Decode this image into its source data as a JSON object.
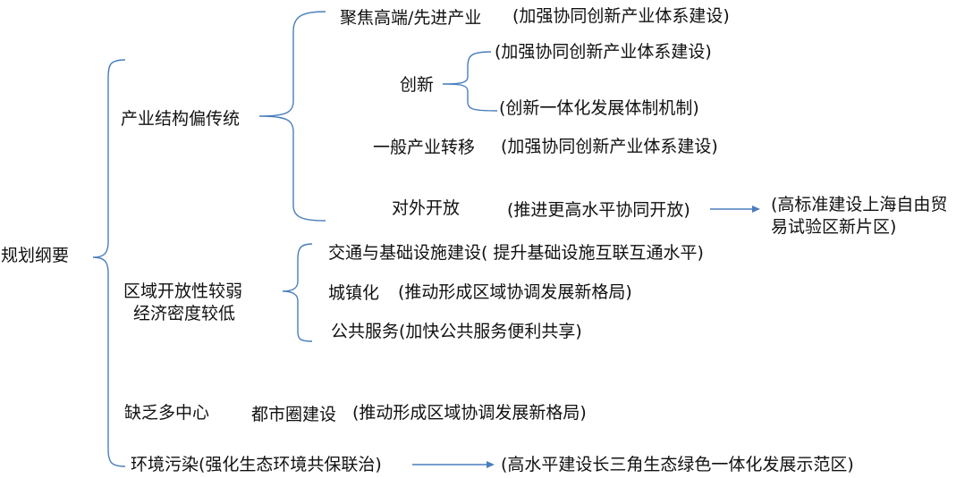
{
  "diagram": {
    "root": "规划纲要",
    "branches": [
      {
        "label": "产业结构偏传统",
        "items": [
          {
            "label": "聚焦高端/先进产业",
            "note": "(加强协同创新产业体系建设)"
          },
          {
            "label": "创新",
            "subs": [
              "(加强协同创新产业体系建设)",
              "(创新一体化发展体制机制)"
            ]
          },
          {
            "label": "一般产业转移",
            "note": "(加强协同创新产业体系建设)"
          },
          {
            "label": "对外开放",
            "note": "(推进更高水平协同开放)",
            "result_lines": [
              "(高标准建设上海自由贸",
              "易试验区新片区)"
            ]
          }
        ]
      },
      {
        "label_lines": [
          "区域开放性较弱",
          "经济密度较低"
        ],
        "items": [
          {
            "text": "交通与基础设施建设( 提升基础设施互联互通水平)"
          },
          {
            "label": "城镇化",
            "note": "(推动形成区域协调发展新格局)"
          },
          {
            "text": "公共服务(加快公共服务便利共享)"
          }
        ]
      },
      {
        "label": "缺乏多中心",
        "items": [
          {
            "label": "都市圈建设",
            "note": "(推动形成区域协调发展新格局)"
          }
        ]
      },
      {
        "label": "环境污染(强化生态环境共保联治)",
        "result": "(高水平建设长三角生态绿色一体化发展示范区)"
      }
    ],
    "line_color": "#4a7ebb"
  }
}
